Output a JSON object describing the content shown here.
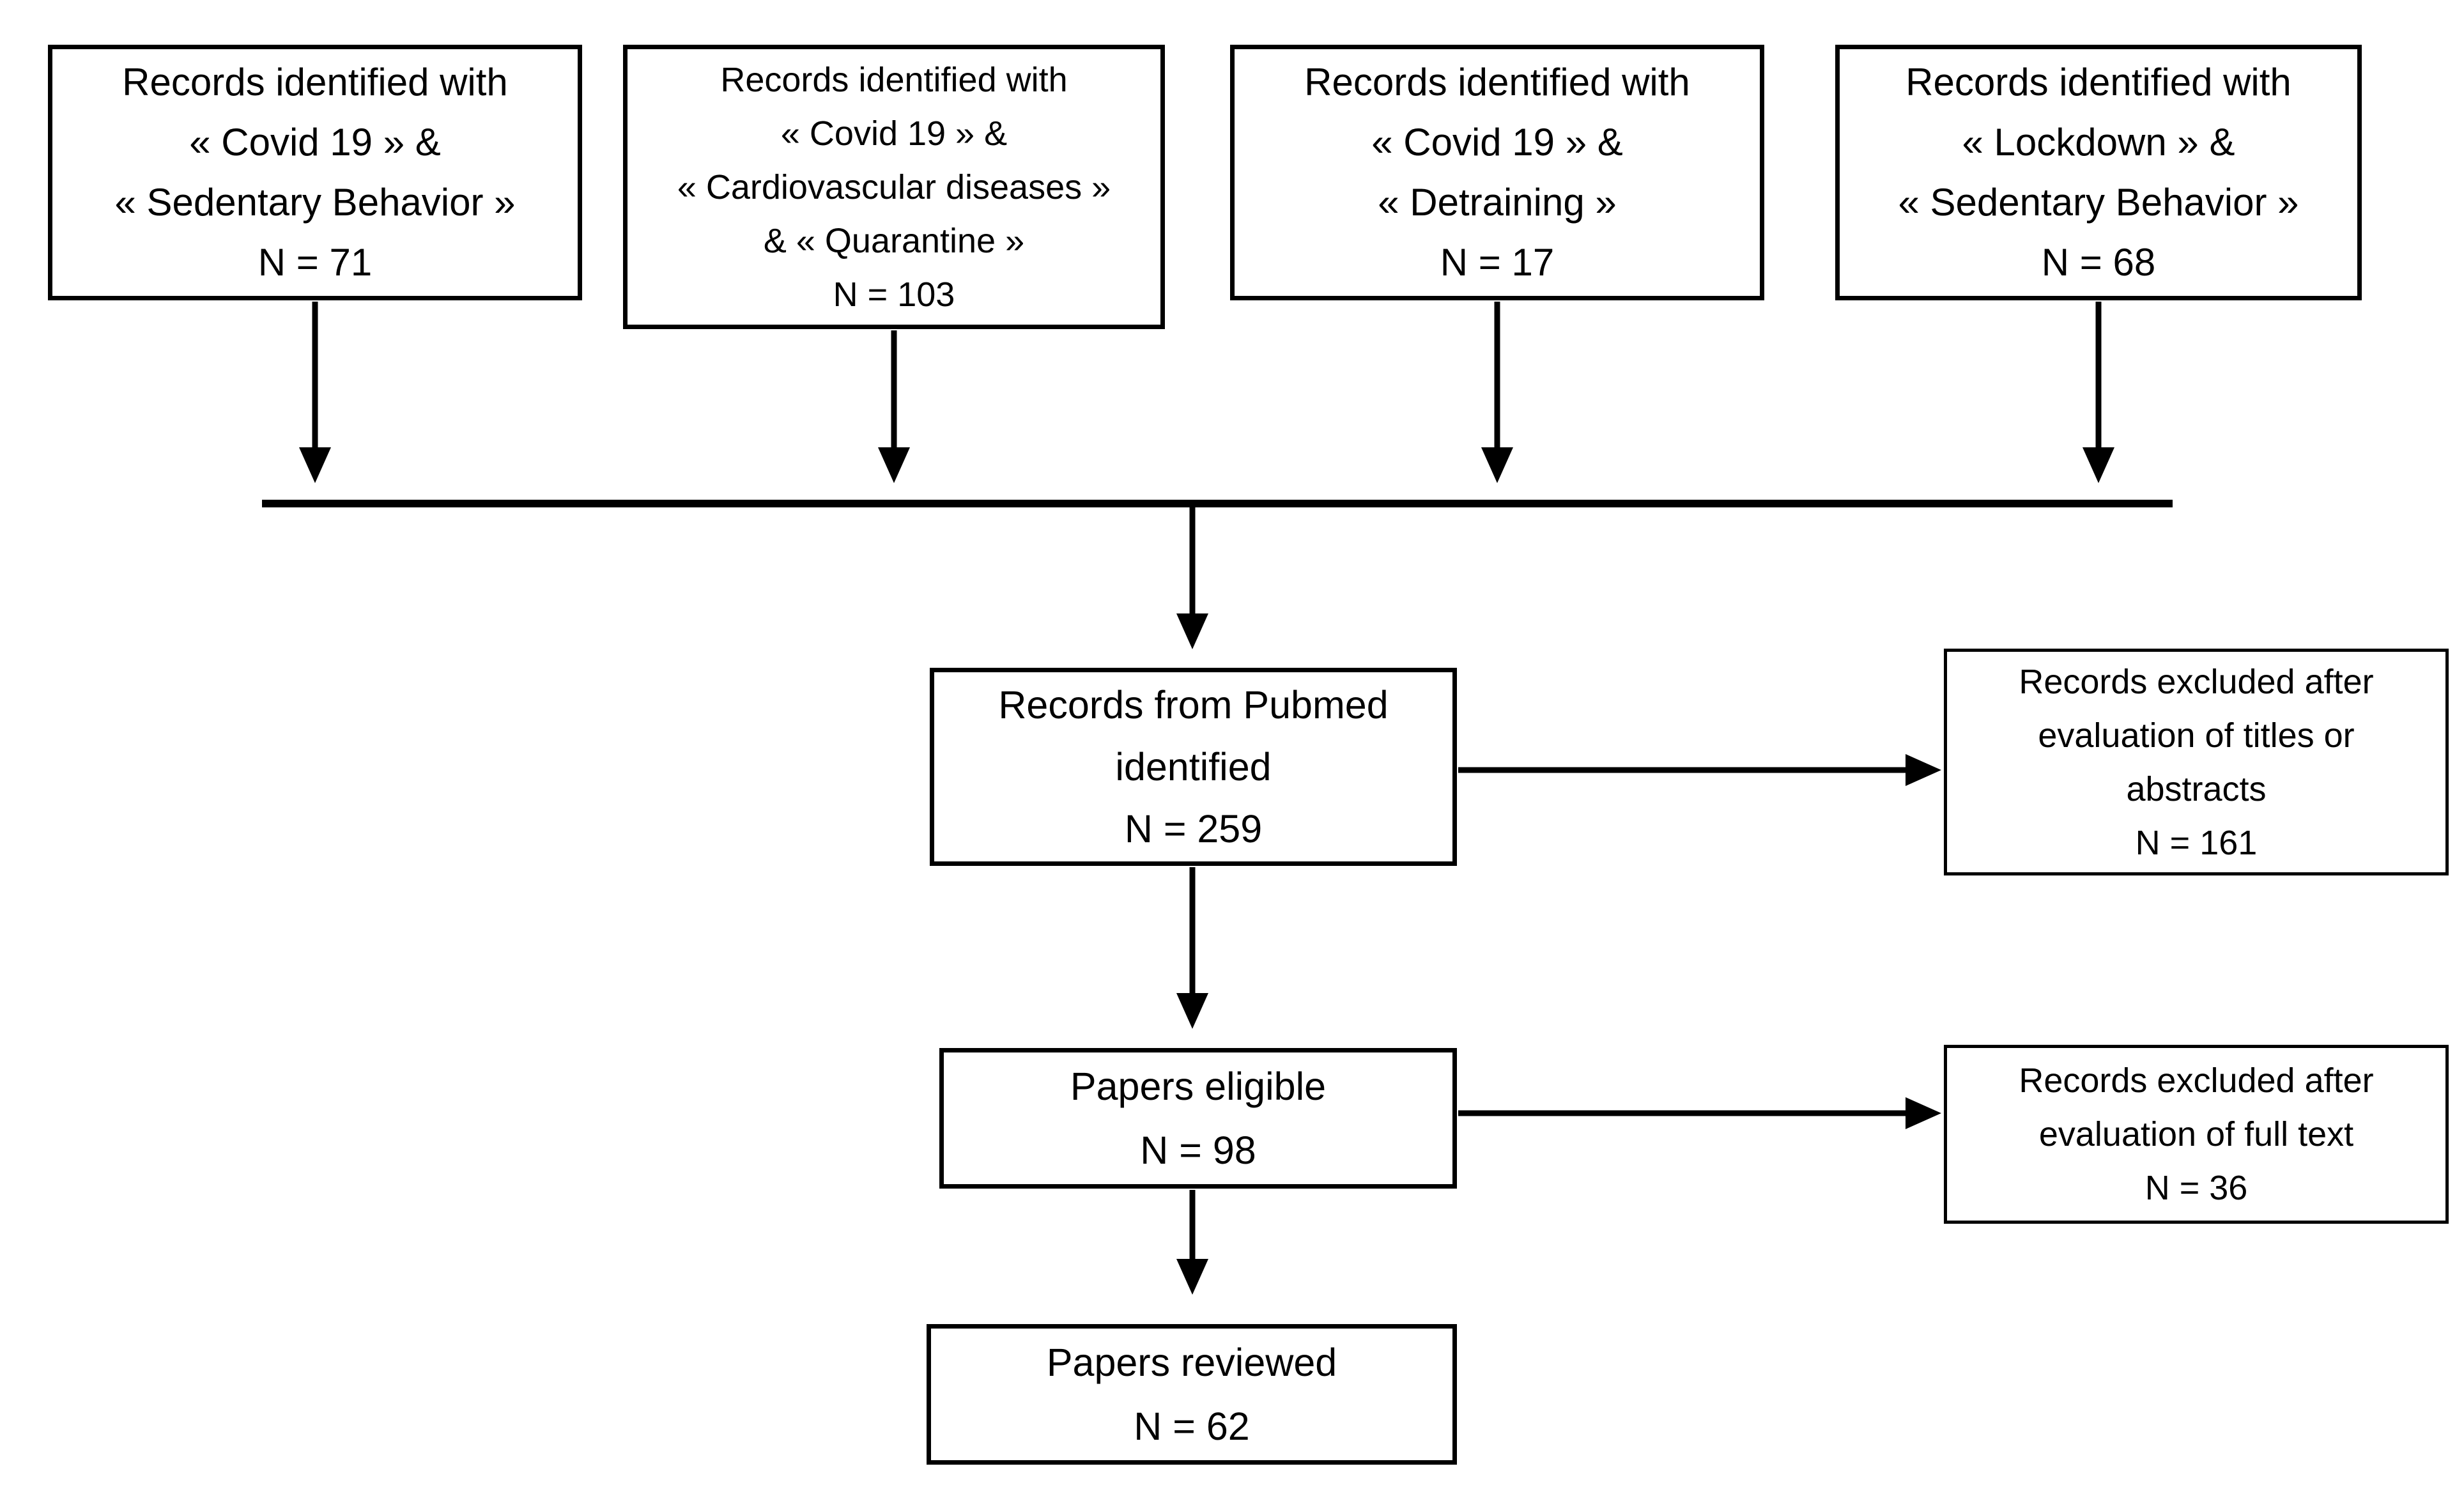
{
  "diagram": {
    "colors": {
      "ink": "#000000",
      "background": "#ffffff"
    },
    "top_boxes": [
      {
        "id": "records-covid-sedentary",
        "lines": [
          "Records identified with",
          "« Covid 19 » &",
          "« Sedentary Behavior »",
          "N = 71"
        ],
        "n": 71
      },
      {
        "id": "records-covid-cardiovascular-quarantine",
        "lines": [
          "Records identified with",
          "« Covid 19 » &",
          "« Cardiovascular diseases »",
          "& « Quarantine »",
          "N = 103"
        ],
        "n": 103
      },
      {
        "id": "records-covid-detraining",
        "lines": [
          "Records identified with",
          "« Covid 19 » &",
          "« Detraining »",
          "N = 17"
        ],
        "n": 17
      },
      {
        "id": "records-lockdown-sedentary",
        "lines": [
          "Records identified with",
          "« Lockdown » &",
          "« Sedentary Behavior »",
          "N = 68"
        ],
        "n": 68
      }
    ],
    "pubmed_box": {
      "id": "records-from-pubmed",
      "lines": [
        "Records from Pubmed",
        "identified",
        "N = 259"
      ],
      "n": 259
    },
    "excluded_titles_box": {
      "id": "excluded-titles-abstracts",
      "lines": [
        "Records excluded after",
        "evaluation of titles or",
        "abstracts",
        "N = 161"
      ],
      "n": 161
    },
    "eligible_box": {
      "id": "papers-eligible",
      "lines": [
        "Papers eligible",
        "N = 98"
      ],
      "n": 98
    },
    "excluded_fulltext_box": {
      "id": "excluded-full-text",
      "lines": [
        "Records excluded after",
        "evaluation of full text",
        "N = 36"
      ],
      "n": 36
    },
    "reviewed_box": {
      "id": "papers-reviewed",
      "lines": [
        "Papers reviewed",
        "N = 62"
      ],
      "n": 62
    }
  }
}
